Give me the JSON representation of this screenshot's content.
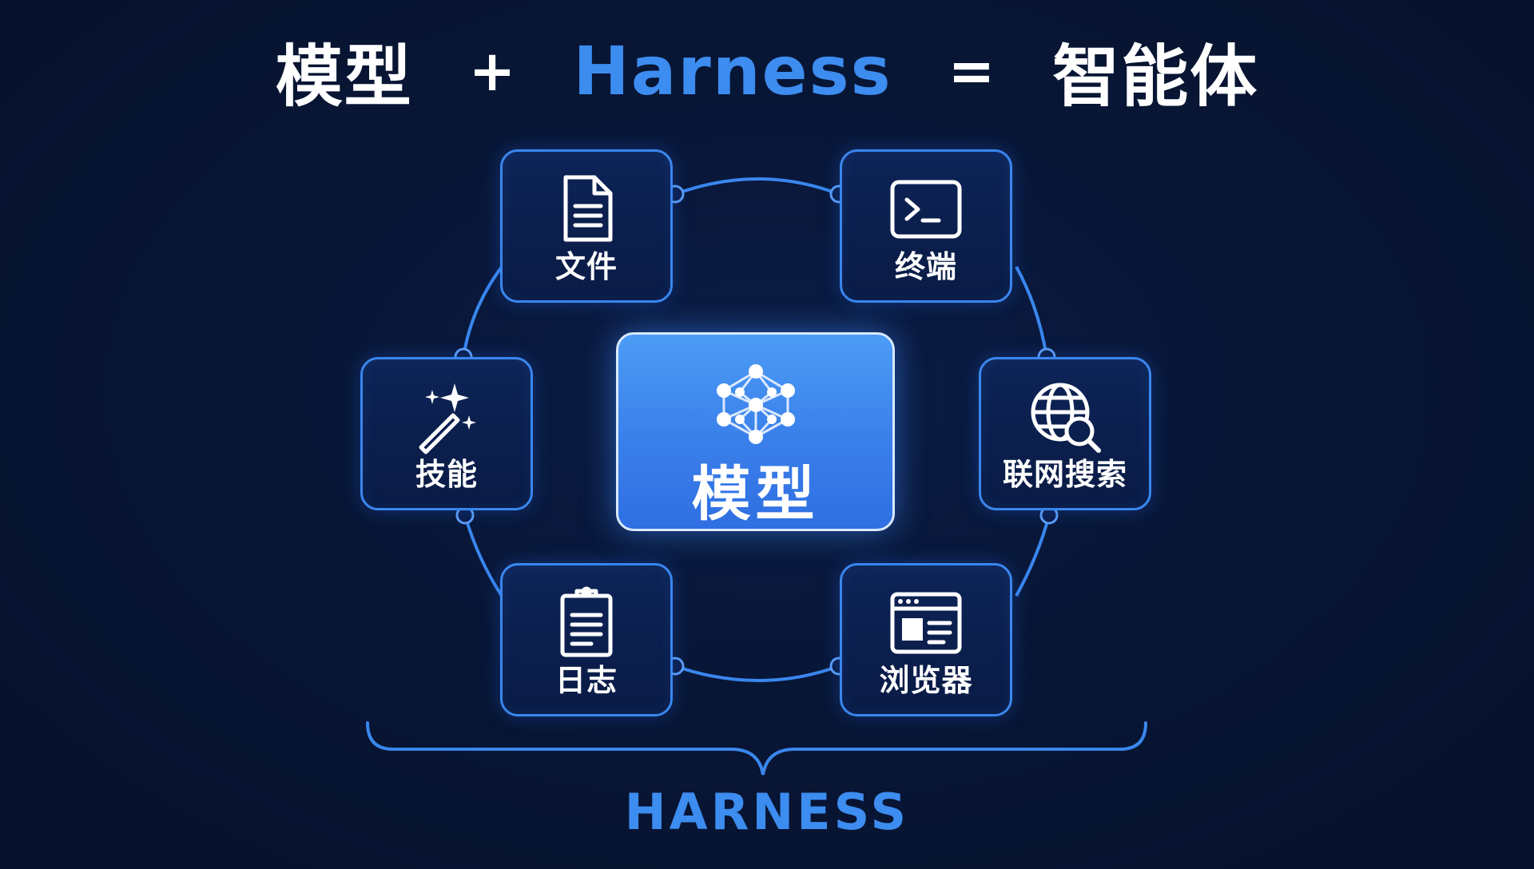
{
  "equation": {
    "term1": "模型",
    "op1": "+",
    "term2": "Harness",
    "op2": "=",
    "result": "智能体"
  },
  "center": {
    "label": "模型",
    "icon": "neural-network-icon"
  },
  "nodes": [
    {
      "label": "文件",
      "icon": "document-icon"
    },
    {
      "label": "终端",
      "icon": "terminal-icon"
    },
    {
      "label": "联网搜索",
      "icon": "globe-search-icon"
    },
    {
      "label": "浏览器",
      "icon": "browser-window-icon"
    },
    {
      "label": "日志",
      "icon": "clipboard-log-icon"
    },
    {
      "label": "技能",
      "icon": "magic-wand-icon"
    }
  ],
  "bottom_label": "HARNESS",
  "colors": {
    "background": "#081636",
    "accent": "#3d8cf0",
    "node_border": "#3a86ee",
    "center_fill": "#3a7fea"
  }
}
